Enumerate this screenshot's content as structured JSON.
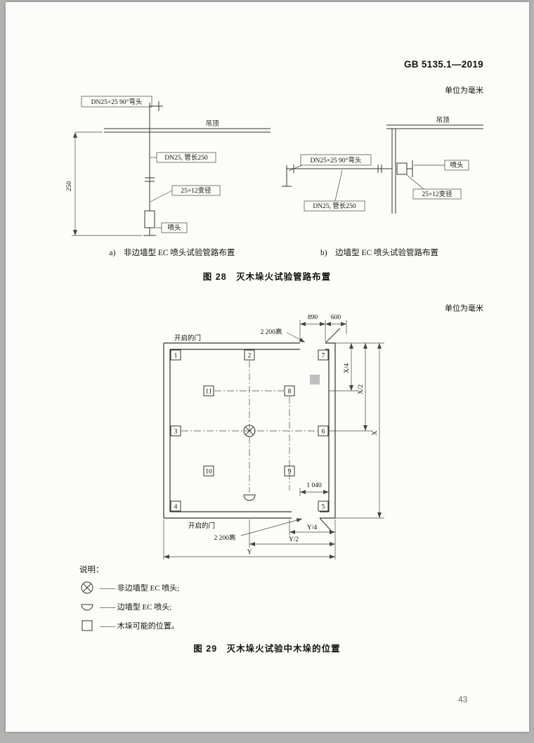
{
  "header": {
    "standard_code": "GB 5135.1—2019",
    "unit_note_top": "单位为毫米",
    "unit_note_mid": "单位为毫米",
    "page_number": "43"
  },
  "fig28": {
    "caption": "图 28　灭木垛火试验管路布置",
    "a": {
      "caption": "a)　非边墙型 EC 喷头试验管路布置",
      "elbow_label": "DN25×25 90°弯头",
      "ceiling_label": "吊顶",
      "pipe_label": "DN25, 管长250",
      "reducer_label": "25×12变径",
      "sprinkler_label": "喷头",
      "dim_250": "250"
    },
    "b": {
      "caption": "b)　边墙型 EC 喷头试验管路布置",
      "ceiling_label": "吊顶",
      "elbow_label": "DN25×25 90°弯头",
      "sprinkler_label": "喷头",
      "reducer_label": "25×12变径",
      "pipe_label": "DN25, 管长250"
    }
  },
  "fig29": {
    "caption": "图 29　灭木垛火试验中木垛的位置",
    "door_top_label": "开启的门",
    "door_bottom_label": "开启的门",
    "door_height_top": "2 200高",
    "door_height_bottom": "2 200高",
    "dim_890": "890",
    "dim_600": "600",
    "dim_1040": "1 040",
    "dim_x4": "X/4",
    "dim_x2": "X/2",
    "dim_x": "X",
    "dim_y4": "Y/4",
    "dim_y2": "Y/2",
    "dim_y": "Y",
    "positions": {
      "p1": "1",
      "p2": "2",
      "p3": "3",
      "p4": "4",
      "p5": "5",
      "p6": "6",
      "p7": "7",
      "p8": "8",
      "p9": "9",
      "p10": "10",
      "p11": "11"
    }
  },
  "legend": {
    "title": "说明：",
    "item_pendent": "—— 非边墙型 EC 喷头;",
    "item_sidewall": "—— 边墙型 EC 喷头;",
    "item_crib": "—— 木垛可能的位置。"
  }
}
